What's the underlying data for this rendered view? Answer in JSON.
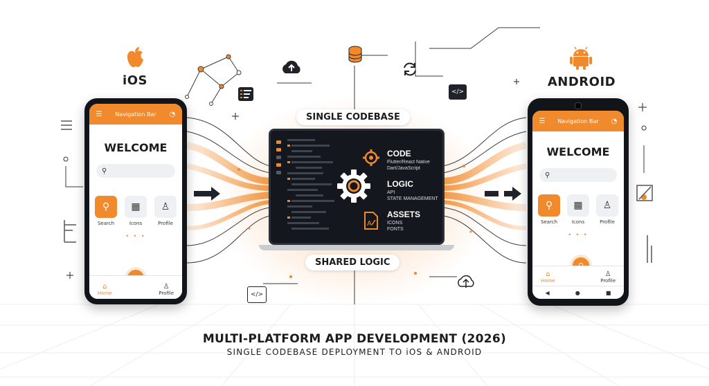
{
  "platforms": {
    "ios": {
      "label": "iOS"
    },
    "android": {
      "label": "ANDROID"
    }
  },
  "phone_ui": {
    "ios_nav_title": "Navigation Bar",
    "android_nav_title": "Navigation Bar",
    "welcome": "WELCOME",
    "tiles": [
      {
        "label": "Search",
        "icon": "search-icon"
      },
      {
        "label": "Icons",
        "icon": "grid-icon"
      },
      {
        "label": "Profile",
        "icon": "user-icon"
      }
    ],
    "tabs": [
      {
        "label": "Home",
        "icon": "home-icon"
      },
      {
        "label": "Profile",
        "icon": "user-icon"
      }
    ]
  },
  "center": {
    "top_pill": "SINGLE CODEBASE",
    "bottom_pill": "SHARED LOGIC",
    "sections": [
      {
        "title": "CODE",
        "lines": [
          "Flutter/React Native",
          "Dart/JavaScript"
        ],
        "icon": "gear-icon"
      },
      {
        "title": "LOGIC",
        "lines": [
          "API",
          "STATE MANAGEMENT"
        ],
        "icon": "gear-icon"
      },
      {
        "title": "ASSETS",
        "lines": [
          "ICONS",
          "FONTS"
        ],
        "icon": "font-file-icon"
      }
    ]
  },
  "title": "MULTI-PLATFORM APP DEVELOPMENT (2026)",
  "subtitle": "SINGLE CODEBASE DEPLOYMENT TO iOS & ANDROID",
  "colors": {
    "accent": "#f08a2c",
    "dark": "#14181e",
    "background": "#ffffff"
  }
}
